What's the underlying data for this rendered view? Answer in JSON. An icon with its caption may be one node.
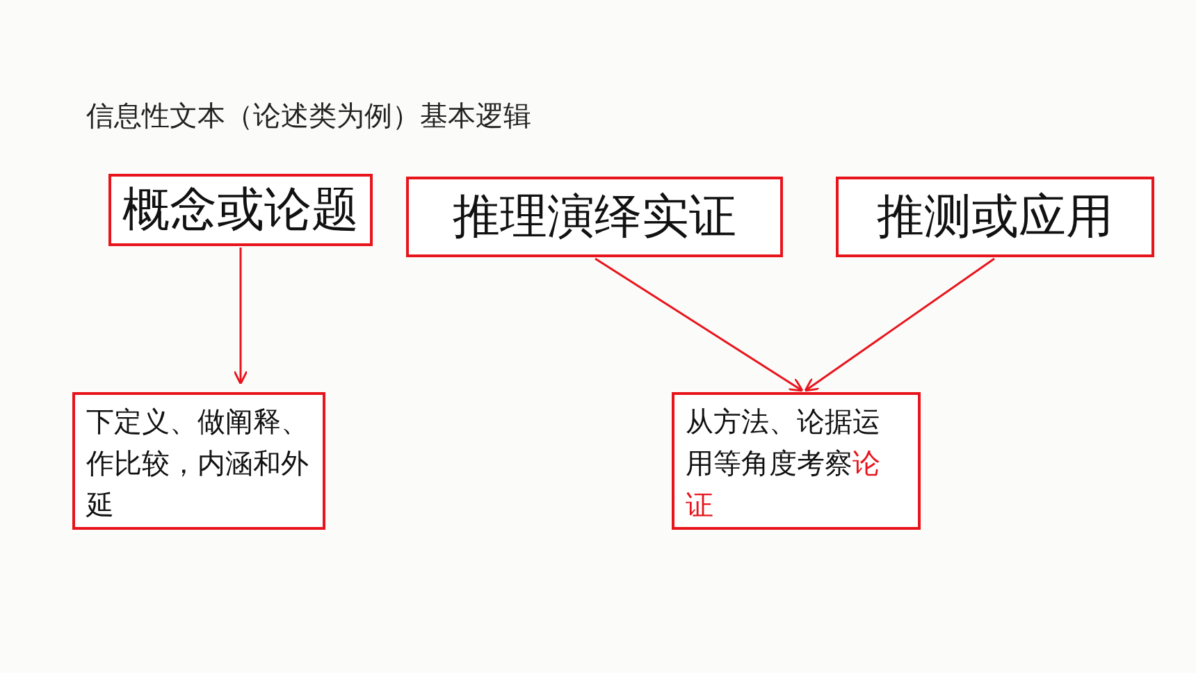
{
  "diagram": {
    "title": "信息性文本（论述类为例）基本逻辑",
    "nodes": [
      {
        "text": [
          "概念或论题"
        ]
      },
      {
        "text": [
          "推理演绎实证"
        ]
      },
      {
        "text": [
          "推测或应用"
        ]
      },
      {
        "text": [
          "下定义、做阐释、作比较，内涵和外延"
        ]
      },
      {
        "text": [
          "从方法、论据运用等角度考察论证"
        ]
      }
    ],
    "edges": [
      {
        "from": 0,
        "to": 3,
        "arrow": "to"
      },
      {
        "from": 1,
        "to": 4,
        "arrow": "to"
      },
      {
        "from": 2,
        "to": 4,
        "arrow": "to"
      }
    ]
  }
}
